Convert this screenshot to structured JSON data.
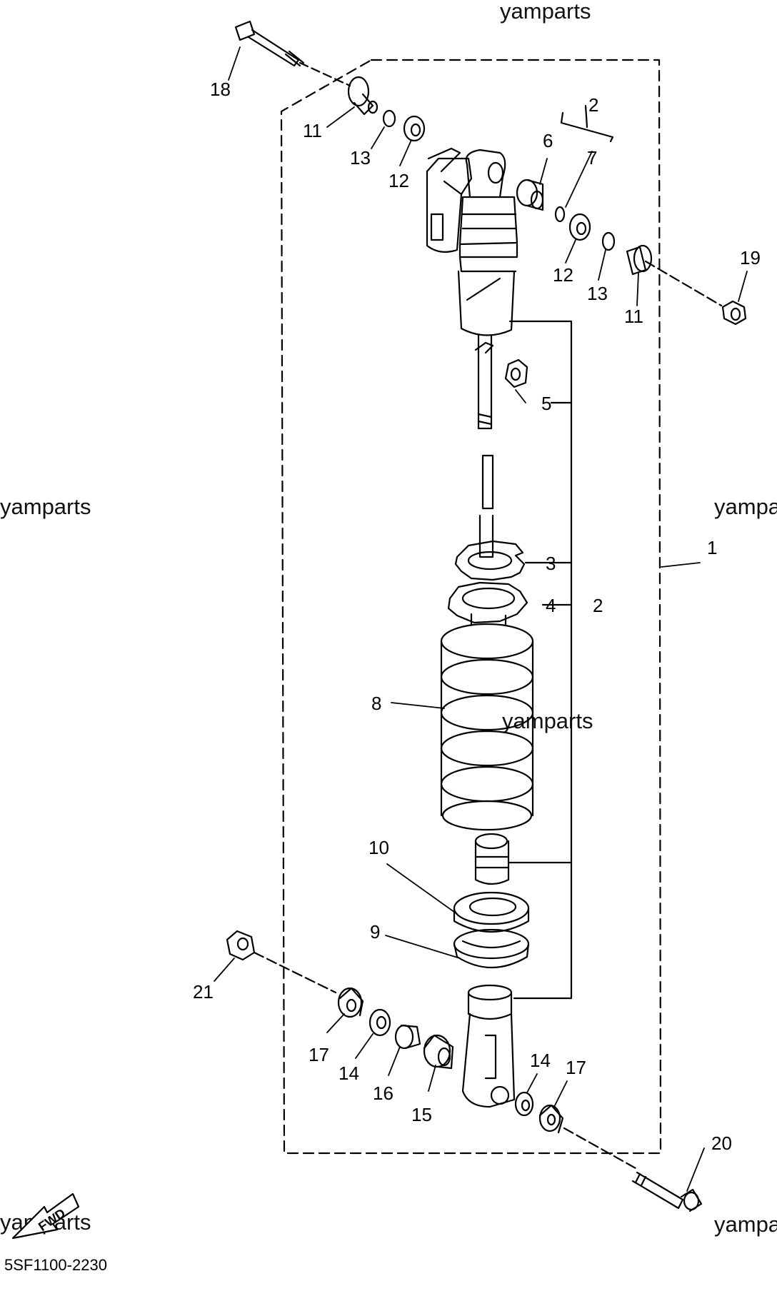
{
  "watermark": "yamparts",
  "diagram_code": "5SF1100-2230",
  "fwd_label": "FWD",
  "callouts": {
    "c1": "1",
    "c2a": "2",
    "c2b": "2",
    "c3": "3",
    "c4": "4",
    "c5": "5",
    "c6": "6",
    "c7": "7",
    "c8": "8",
    "c9": "9",
    "c10": "10",
    "c11a": "11",
    "c11b": "11",
    "c12a": "12",
    "c12b": "12",
    "c13a": "13",
    "c13b": "13",
    "c14a": "14",
    "c14b": "14",
    "c15": "15",
    "c16": "16",
    "c17a": "17",
    "c17b": "17",
    "c18": "18",
    "c19": "19",
    "c20": "20",
    "c21": "21"
  }
}
